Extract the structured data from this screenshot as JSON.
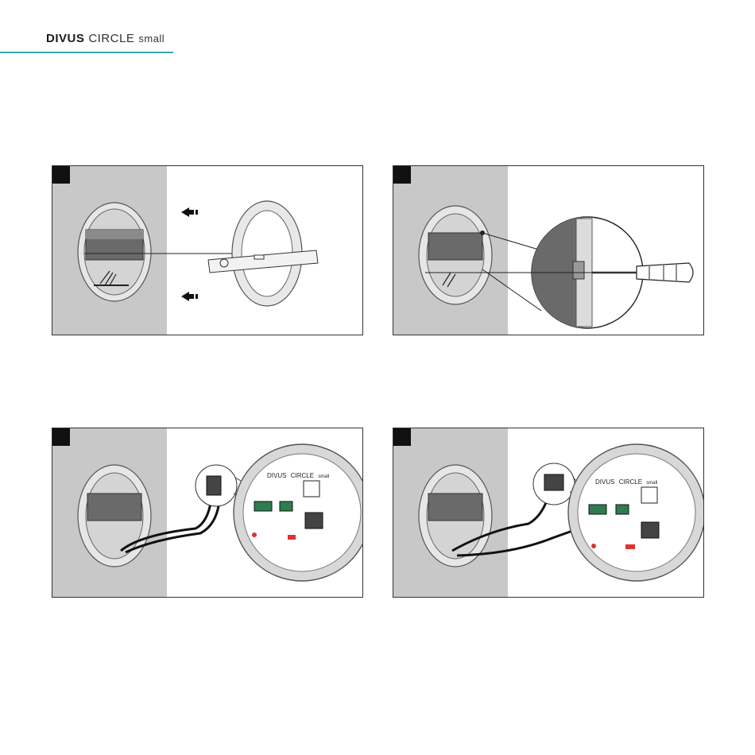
{
  "header": {
    "brand_bold": "DIVUS",
    "brand_model": "CIRCLE",
    "brand_size": "small"
  },
  "device_label": {
    "brand_bold": "DIVUS",
    "brand_model": "CIRCLE",
    "brand_size": "small"
  },
  "colors": {
    "accent_line": "#38a3b8",
    "wall": "#c8c8c8",
    "outline": "#333333"
  },
  "steps": [
    {
      "name": "step-1",
      "illustration": "mounting-ring-alignment"
    },
    {
      "name": "step-2",
      "illustration": "screwdriver-fixing-detail"
    },
    {
      "name": "step-3",
      "illustration": "cable-connection-single"
    },
    {
      "name": "step-4",
      "illustration": "cable-connection-double"
    }
  ]
}
